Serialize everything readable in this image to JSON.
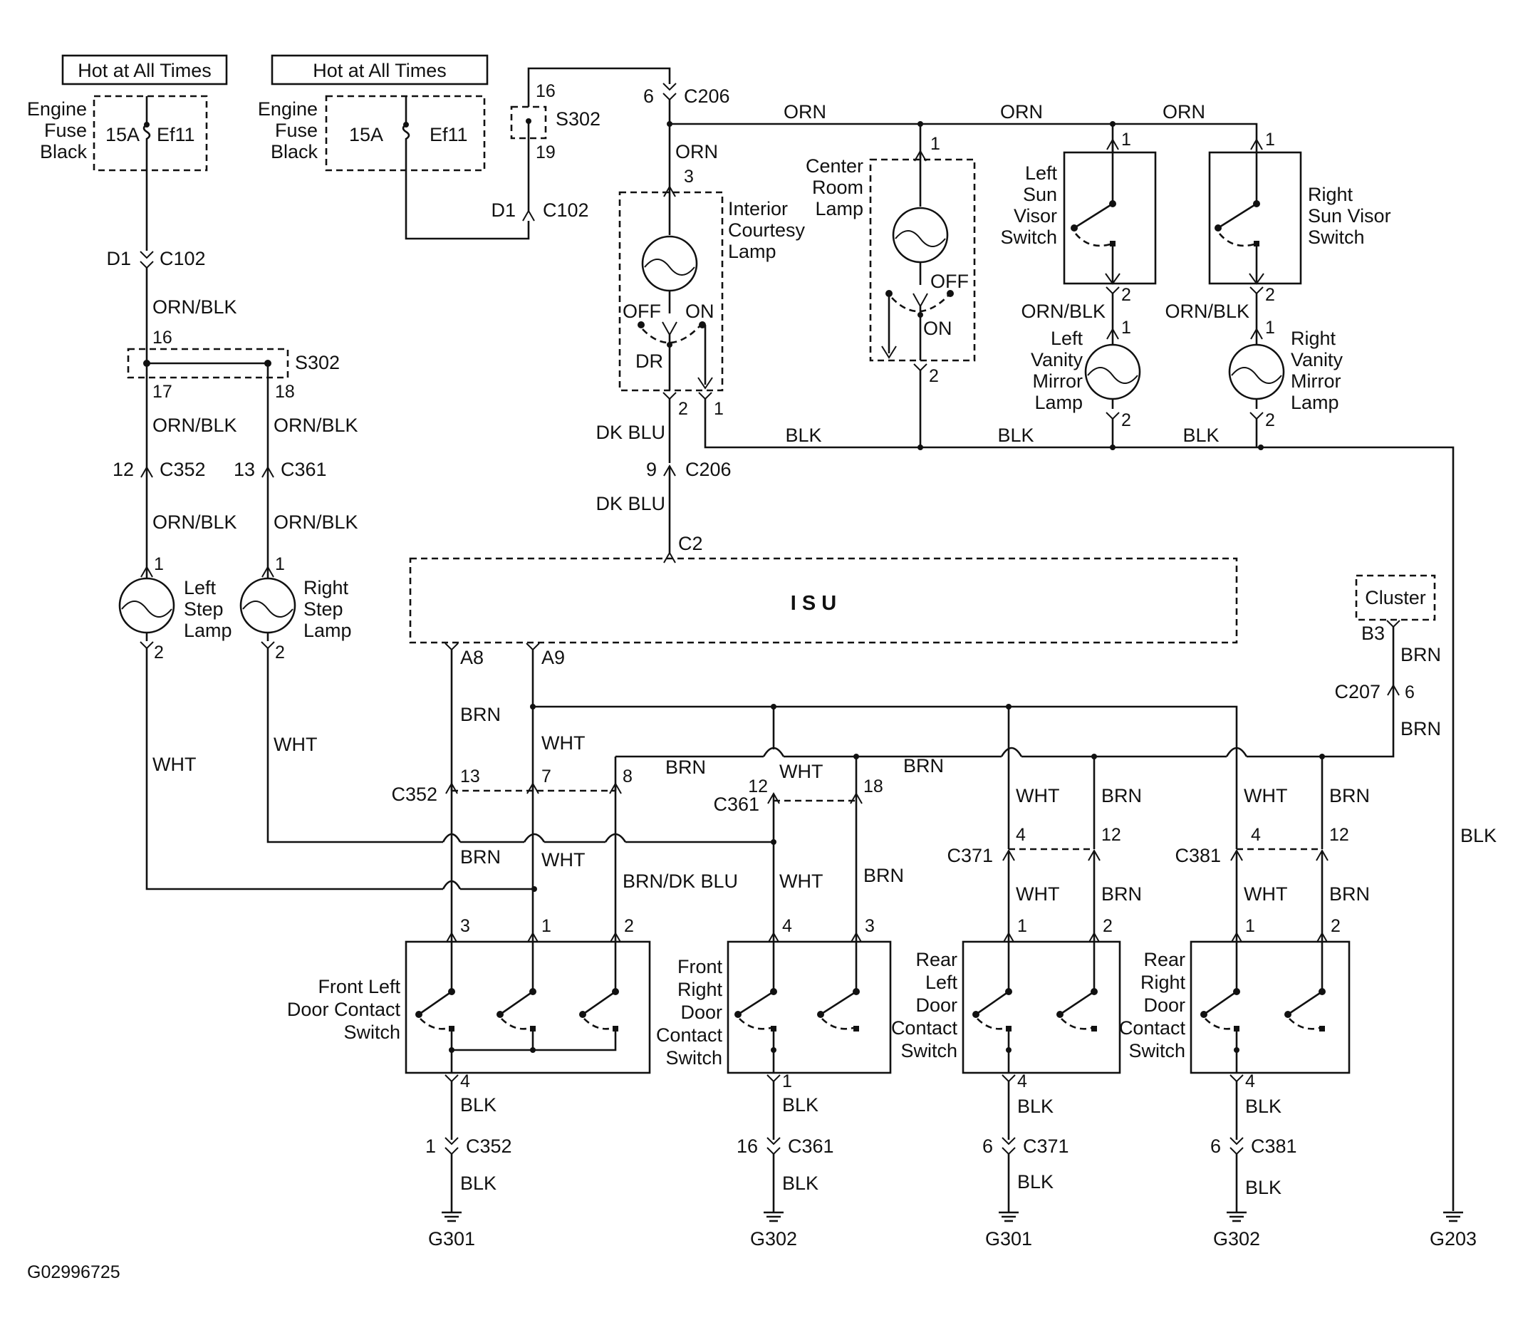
{
  "diagram_id": "G02996725",
  "fuse_blocks": [
    {
      "header": "Hot at All Times",
      "label": [
        "Engine",
        "Fuse",
        "Black"
      ],
      "rating": "15A",
      "fuse": "Ef11"
    },
    {
      "header": "Hot at All Times",
      "label": [
        "Engine",
        "Fuse",
        "Black"
      ],
      "rating": "15A",
      "fuse": "Ef11"
    }
  ],
  "connectors": {
    "c102": "C102",
    "c206": "C206",
    "s302": "S302",
    "c352": "C352",
    "c361": "C361",
    "c371": "C371",
    "c381": "C381",
    "c207": "C207",
    "c2": "C2",
    "d1": "D1",
    "a8": "A8",
    "a9": "A9",
    "b3": "B3"
  },
  "wire_colors": {
    "orn": "ORN",
    "orn_blk": "ORN/BLK",
    "blk": "BLK",
    "dk_blu": "DK BLU",
    "brn": "BRN",
    "wht": "WHT",
    "brn_dk_blu": "BRN/DK BLU"
  },
  "components": {
    "interior_courtesy": [
      "Interior",
      "Courtesy",
      "Lamp"
    ],
    "center_room": [
      "Center",
      "Room",
      "Lamp"
    ],
    "left_sun_visor": [
      "Left",
      "Sun",
      "Visor",
      "Switch"
    ],
    "right_sun_visor": [
      "Right",
      "Sun Visor",
      "Switch"
    ],
    "left_vanity": [
      "Left",
      "Vanity",
      "Mirror",
      "Lamp"
    ],
    "right_vanity": [
      "Right",
      "Vanity",
      "Mirror",
      "Lamp"
    ],
    "left_step": [
      "Left",
      "Step",
      "Lamp"
    ],
    "right_step": [
      "Right",
      "Step",
      "Lamp"
    ],
    "isu": "I S U",
    "cluster": "Cluster",
    "front_left_door": [
      "Front Left",
      "Door Contact",
      "Switch"
    ],
    "front_right_door": [
      "Front",
      "Right",
      "Door",
      "Contact",
      "Switch"
    ],
    "rear_left_door": [
      "Rear",
      "Left",
      "Door",
      "Contact",
      "Switch"
    ],
    "rear_right_door": [
      "Rear",
      "Right",
      "Door",
      "Contact",
      "Switch"
    ]
  },
  "switch_positions": {
    "off": "OFF",
    "on": "ON",
    "dr": "DR"
  },
  "grounds": [
    "G301",
    "G302",
    "G301",
    "G302",
    "G203"
  ],
  "pins": {
    "p1": "1",
    "p2": "2",
    "p3": "3",
    "p4": "4",
    "p6": "6",
    "p7": "7",
    "p8": "8",
    "p9": "9",
    "p12": "12",
    "p13": "13",
    "p16": "16",
    "p17": "17",
    "p18": "18",
    "p19": "19"
  }
}
